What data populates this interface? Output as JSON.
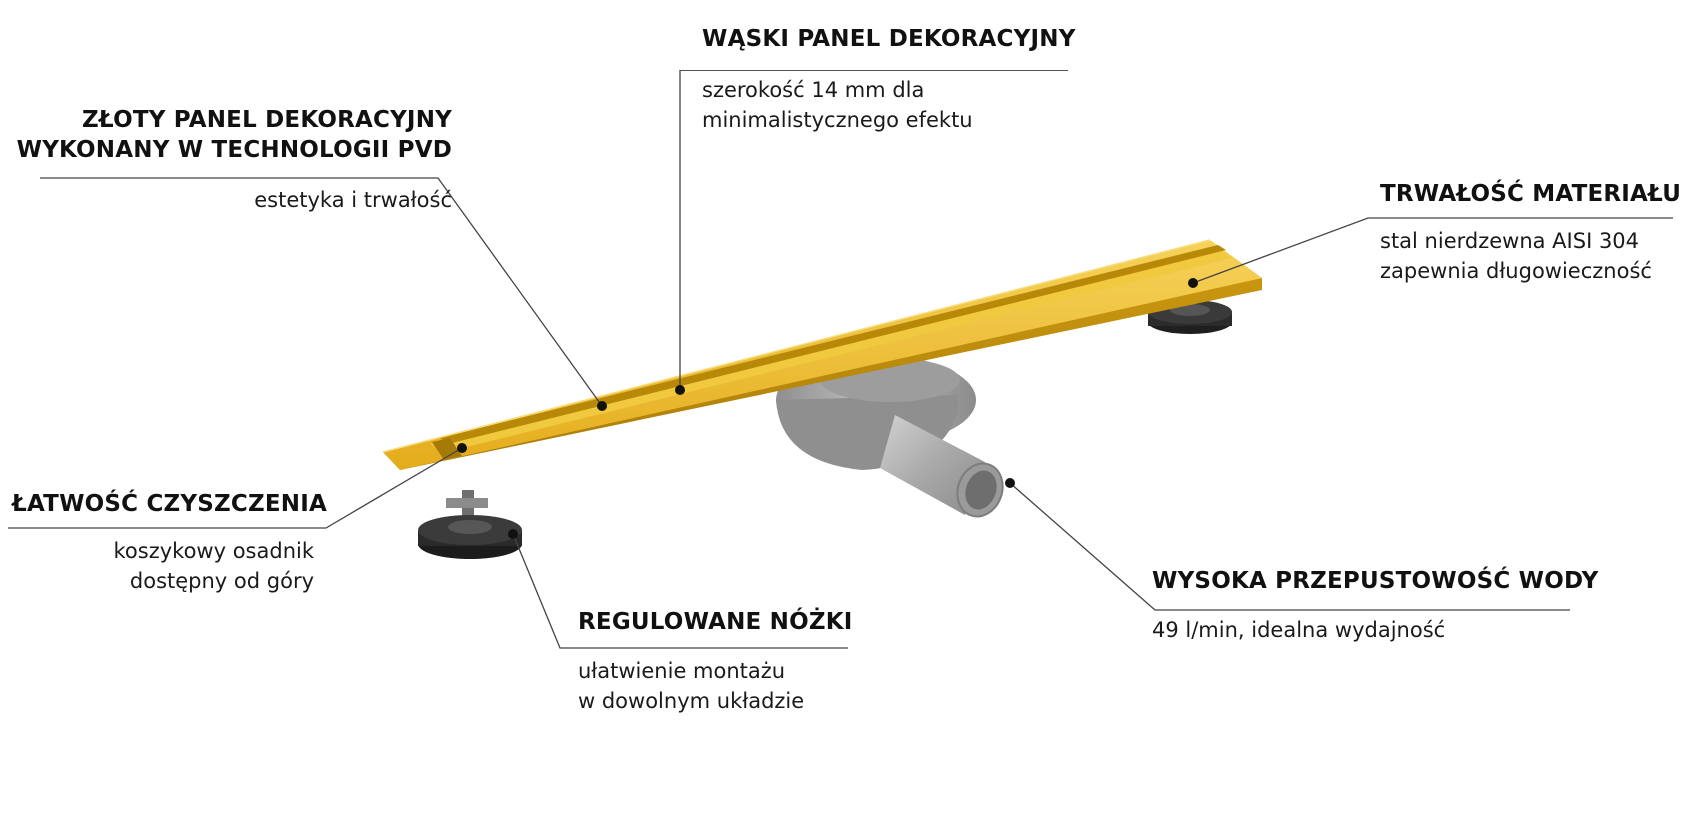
{
  "callouts": {
    "narrow_panel": {
      "title": "WĄSKI PANEL DEKORACYJNY",
      "desc_line1": "szerokość 14 mm dla",
      "desc_line2": "minimalistycznego efektu"
    },
    "gold_panel": {
      "title_line1": "ZŁOTY PANEL DEKORACYJNY",
      "title_line2": "WYKONANY W TECHNOLOGII PVD",
      "desc": "estetyka i trwałość"
    },
    "durability": {
      "title": "TRWAŁOŚĆ MATERIAŁU",
      "desc_line1": "stal nierdzewna AISI 304",
      "desc_line2": "zapewnia długowieczność"
    },
    "cleaning": {
      "title": "ŁATWOŚĆ CZYSZCZENIA",
      "desc_line1": "koszykowy osadnik",
      "desc_line2": "dostępny od góry"
    },
    "feet": {
      "title": "REGULOWANE NÓŻKI",
      "desc_line1": "ułatwienie montażu",
      "desc_line2": "w dowolnym układzie"
    },
    "flow": {
      "title": "WYSOKA PRZEPUSTOWOŚĆ WODY",
      "desc": "49 l/min, idealna wydajność"
    }
  },
  "colors": {
    "gold": "#e8b422",
    "gold_dark": "#b98a10",
    "gold_light": "#f5cf52",
    "pipe_grey": "#a7a7a7",
    "foot_black": "#2a2a2a",
    "leader_line": "#444444"
  }
}
